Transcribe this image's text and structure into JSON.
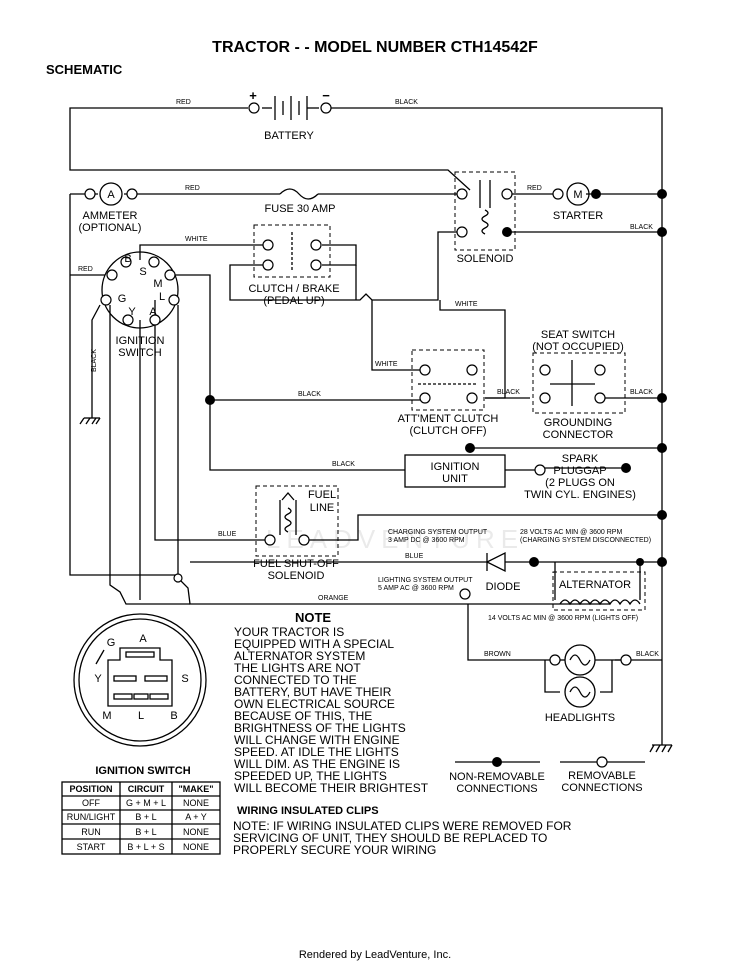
{
  "title": "TRACTOR - - MODEL NUMBER CTH14542F",
  "subtitle": "SCHEMATIC",
  "components": {
    "battery": "BATTERY",
    "battery_plus": "+",
    "battery_minus": "−",
    "ammeter_symbol": "A",
    "ammeter": "AMMETER",
    "ammeter_note": "(OPTIONAL)",
    "fuse": "FUSE 30 AMP",
    "starter_symbol": "M",
    "starter": "STARTER",
    "solenoid": "SOLENOID",
    "clutch_brake": "CLUTCH / BRAKE",
    "clutch_brake_note": "(PEDAL UP)",
    "seat_switch": "SEAT SWITCH",
    "seat_switch_note": "(NOT OCCUPIED)",
    "grounding": "GROUNDING",
    "grounding_2": "CONNECTOR",
    "attment_clutch": "ATT'MENT CLUTCH",
    "attment_clutch_note": "(CLUTCH OFF)",
    "ignition_switch": "IGNITION",
    "ignition_switch_2": "SWITCH",
    "ignition_unit": "IGNITION",
    "ignition_unit_2": "UNIT",
    "spark_1": "SPARK",
    "spark_2": "PLUGGAP",
    "spark_3": "(2 PLUGS ON",
    "spark_4": "TWIN CYL. ENGINES)",
    "fuel_1": "FUEL",
    "fuel_2": "LINE",
    "fuel_sol_1": "FUEL SHUT-OFF",
    "fuel_sol_2": "SOLENOID",
    "diode": "DIODE",
    "alternator": "ALTERNATOR",
    "headlights": "HEADLIGHTS"
  },
  "ignition_terminals": {
    "b": "B",
    "s": "S",
    "m": "M",
    "g": "G",
    "l": "L",
    "y": "Y",
    "a": "A"
  },
  "wires": {
    "red_top": "RED",
    "black_top": "BLACK",
    "red_ammeter": "RED",
    "red_starter": "RED",
    "black_solenoid": "BLACK",
    "white_1": "WHITE",
    "white_2": "WHITE",
    "white_3": "WHITE",
    "red_ign": "RED",
    "black_ign": "BLACK",
    "black_att": "BLACK",
    "black_att2": "BLACK",
    "black_seat": "BLACK",
    "black_unit": "BLACK",
    "blue_fuel": "BLUE",
    "blue_diode": "BLUE",
    "orange": "ORANGE",
    "brown": "BROWN",
    "black_head": "BLACK"
  },
  "annotations": {
    "charging_1": "CHARGING SYSTEM OUTPUT",
    "charging_2": "3 AMP DC @ 3600 RPM",
    "volts28_1": "28 VOLTS AC MIN @ 3600 RPM",
    "volts28_2": "(CHARGING SYSTEM DISCONNECTED)",
    "lighting_1": "LIGHTING SYSTEM OUTPUT",
    "lighting_2": "5 AMP AC @ 3600 RPM",
    "volts14": "14 VOLTS AC MIN @ 3600 RPM (LIGHTS OFF)"
  },
  "watermark": "LEADVENTURE",
  "note": {
    "heading": "NOTE",
    "lines": [
      "YOUR TRACTOR IS",
      "EQUIPPED WITH A SPECIAL",
      "ALTERNATOR SYSTEM",
      "THE LIGHTS ARE NOT",
      "CONNECTED TO THE",
      "BATTERY, BUT HAVE THEIR",
      "OWN ELECTRICAL SOURCE",
      "BECAUSE OF THIS, THE",
      "BRIGHTNESS OF THE LIGHTS",
      "WILL CHANGE WITH ENGINE",
      "SPEED.  AT IDLE THE LIGHTS",
      "WILL DIM.  AS THE ENGINE IS",
      "SPEEDED UP, THE LIGHTS",
      "WILL BECOME THEIR BRIGHTEST"
    ]
  },
  "legend": {
    "non_removable_1": "NON-REMOVABLE",
    "non_removable_2": "CONNECTIONS",
    "removable_1": "REMOVABLE",
    "removable_2": "CONNECTIONS"
  },
  "plug": {
    "title": "IGNITION SWITCH",
    "pins": {
      "g": "G",
      "a": "A",
      "y": "Y",
      "s": "S",
      "m": "M",
      "l": "L",
      "b": "B"
    }
  },
  "table": {
    "headers": [
      "POSITION",
      "CIRCUIT",
      "\"MAKE\""
    ],
    "rows": [
      [
        "OFF",
        "G + M + L",
        "NONE"
      ],
      [
        "RUN/LIGHT",
        "B + L",
        "A + Y"
      ],
      [
        "RUN",
        "B + L",
        "NONE"
      ],
      [
        "START",
        "B + L + S",
        "NONE"
      ]
    ]
  },
  "clips": {
    "heading": "WIRING INSULATED CLIPS",
    "lines": [
      "NOTE: IF WIRING INSULATED CLIPS WERE REMOVED FOR",
      "SERVICING OF UNIT, THEY SHOULD BE REPLACED TO",
      "PROPERLY SECURE YOUR WIRING"
    ]
  },
  "footer": "Rendered by LeadVenture, Inc."
}
